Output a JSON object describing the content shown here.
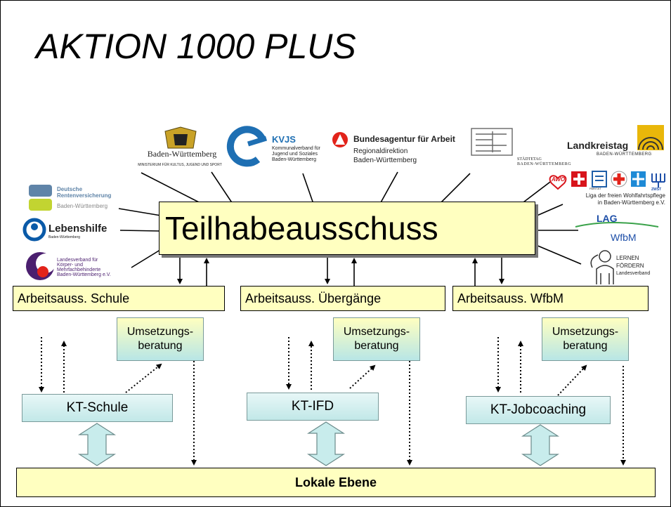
{
  "title": "AKTION 1000 PLUS",
  "central_box": "Teilhabeausschuss",
  "logos": {
    "bw": {
      "name": "Baden-Württemberg",
      "sub": "MINISTERIUM FÜR KULTUS, JUGEND UND SPORT"
    },
    "kvjs": {
      "name": "KVJS",
      "sub": "Kommunalverband für Jugend und Soziales Baden-Württemberg"
    },
    "ba": {
      "name": "Bundesagentur für Arbeit",
      "sub1": "Regionaldirektion",
      "sub2": "Baden-Württemberg"
    },
    "staedtetag": {
      "line1": "STÄDTETAG",
      "line2": "BADEN-WÜRTTEMBERG"
    },
    "landkreistag": {
      "name": "Landkreistag",
      "sub": "BADEN-WÜRTTEMBERG"
    },
    "liga": {
      "line1": "Liga der freien Wohlfahrtspflege",
      "line2": "in Baden-Württemberg e.V.",
      "awo": "AWO",
      "paritaet": "PARITÄT",
      "zwst": "ZWST"
    },
    "drv": {
      "line1": "Deutsche",
      "line2": "Rentenversicherung",
      "line3": "Baden-Württemberg"
    },
    "lebenshilfe": {
      "name": "Lebenshilfe",
      "sub": "Baden-Württemberg"
    },
    "lvkm": {
      "line1": "Landesverband für",
      "line2": "Körper- und",
      "line3": "Mehrfachbehinderte",
      "line4": "Baden-Württemberg e.V."
    },
    "lag": {
      "line1": "LAG",
      "line2": "WfbM"
    },
    "lernen": {
      "line1": "LERNEN",
      "line2": "FÖRDERN",
      "line3": "Landesverband"
    }
  },
  "ausschuesse": [
    {
      "label": "Arbeitsauss. Schule"
    },
    {
      "label": "Arbeitsauss. Übergänge"
    },
    {
      "label": "Arbeitsauss. WfbM"
    }
  ],
  "umsetzung": [
    {
      "label": "Umsetzungs-\nberatung"
    },
    {
      "label": "Umsetzungs-\nberatung"
    },
    {
      "label": "Umsetzungs-\nberatung"
    }
  ],
  "kt": [
    {
      "label": "KT-Schule"
    },
    {
      "label": "KT-IFD"
    },
    {
      "label": "KT-Jobcoaching"
    }
  ],
  "lokale_ebene": "Lokale Ebene",
  "colors": {
    "yellow_fill": "#ffffc0",
    "teal_fill": "#c2e8e8",
    "arrow_fill": "#c8ecec"
  }
}
